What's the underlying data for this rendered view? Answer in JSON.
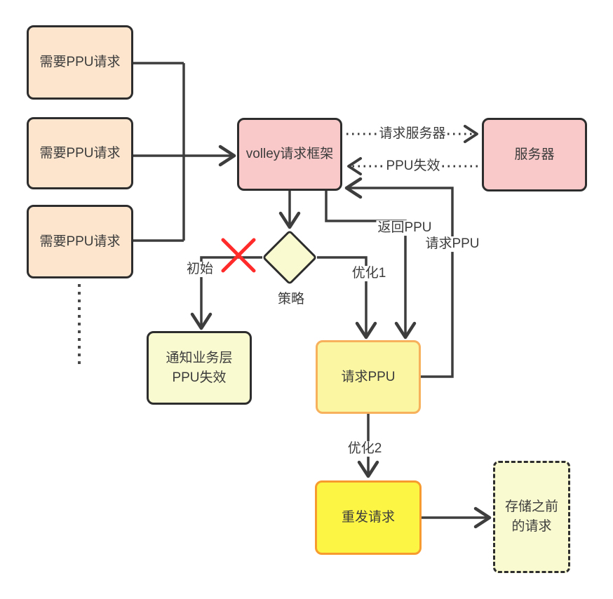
{
  "diagram": {
    "nodes": {
      "need1": {
        "label": "需要PPU请求"
      },
      "need2": {
        "label": "需要PPU请求"
      },
      "need3": {
        "label": "需要PPU请求"
      },
      "volley": {
        "label": "volley请求框架"
      },
      "server": {
        "label": "服务器"
      },
      "strategy": {
        "label": "策略"
      },
      "notify": {
        "label": "通知业务层\nPPU失效"
      },
      "request_ppu": {
        "label": "请求PPU"
      },
      "resend": {
        "label": "重发请求"
      },
      "stored": {
        "label": "存储之前\n的请求"
      }
    },
    "edge_labels": {
      "request_server": "请求服务器",
      "ppu_invalid": "PPU失效",
      "return_ppu": "返回PPU",
      "request_ppu": "请求PPU",
      "initial": "初始",
      "opt1": "优化1",
      "opt2": "优化2"
    },
    "colors": {
      "peach_fill": "#FCE5CC",
      "pink_fill": "#F9C8C8",
      "pale_yellow_fill": "#FAFAD0",
      "soft_yellow_fill": "#FAF6A1",
      "bright_yellow_fill": "#FCF544",
      "orange_border_light": "#F7B05C",
      "orange_border": "#F89B2E",
      "dark_border": "#2D2D2D",
      "line": "#3D3D3D",
      "red_x": "#FF2B2B",
      "text": "#3C3C3C"
    }
  }
}
